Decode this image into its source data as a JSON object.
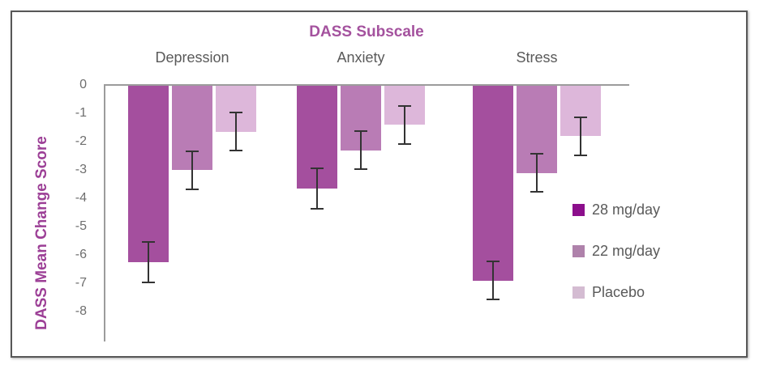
{
  "chart_data": {
    "type": "bar",
    "title": "DASS Subscale",
    "ylabel": "DASS Mean Change Score",
    "xlabel": "",
    "categories": [
      "Depression",
      "Anxiety",
      "Stress"
    ],
    "series": [
      {
        "name": "28 mg/day",
        "values": [
          -6.25,
          -3.65,
          -6.9
        ],
        "errors": [
          0.75,
          0.75,
          0.7
        ],
        "bar_color": "#a44f9e",
        "legend_color": "#8c0f8c"
      },
      {
        "name": "22 mg/day",
        "values": [
          -3.0,
          -2.3,
          -3.1
        ],
        "errors": [
          0.7,
          0.7,
          0.7
        ],
        "bar_color": "#b97cb5",
        "legend_color": "#af82ab"
      },
      {
        "name": "Placebo",
        "values": [
          -1.65,
          -1.4,
          -1.8
        ],
        "errors": [
          0.7,
          0.7,
          0.7
        ],
        "bar_color": "#ddb7da",
        "legend_color": "#d4bcd2"
      }
    ],
    "y_ticks": [
      "0",
      "-1",
      "-2",
      "-3",
      "-4",
      "-5",
      "-6",
      "-7",
      "-8"
    ],
    "ylim": [
      0,
      -8
    ],
    "grid": false,
    "legend_position": "right",
    "error_bars": true,
    "colors": {
      "title": "#a4529e",
      "ylabel": "#9c3f96",
      "category_label": "#5a5a5a",
      "tick_label": "#6e6e6e",
      "legend_text": "#595959",
      "axis": "#9c9c9c",
      "error_bar": "#333333",
      "frame_border": "#585858",
      "background": "#ffffff"
    }
  }
}
